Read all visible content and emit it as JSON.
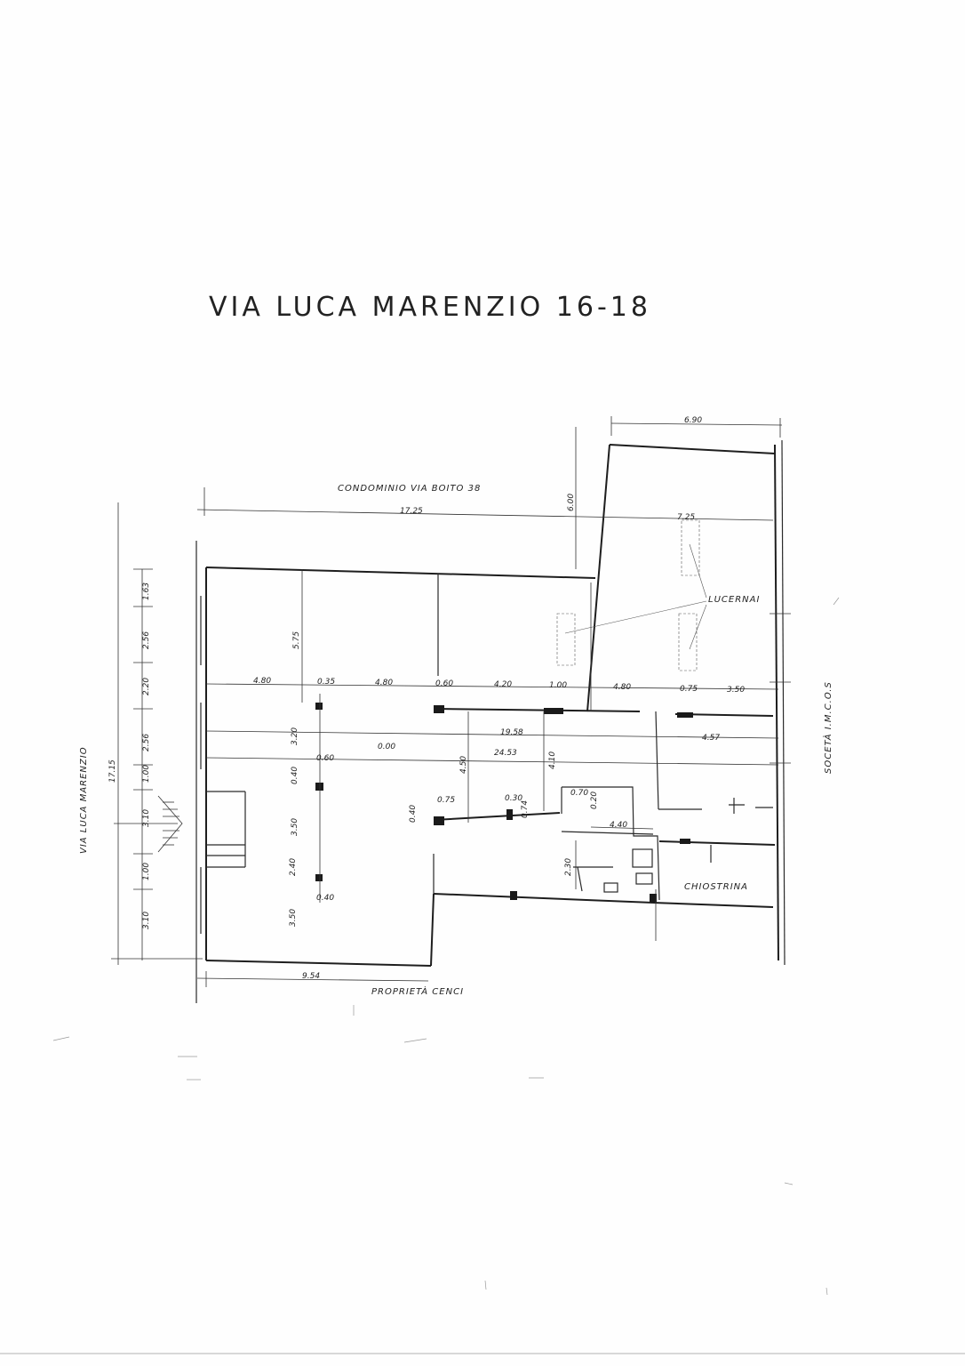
{
  "title": "VIA LUCA MARENZIO   16-18",
  "labels": {
    "north_neighbor": "CONDOMINIO  VIA BOITO 38",
    "skylights": "LUCERNAI",
    "courtyard": "CHIOSTRINA",
    "south_neighbor": "PROPRIETÀ  CENCI",
    "east_neighbor": "SOCETÀ  I.M.C.O.S",
    "west_street": "VIA  LUCA  MARENZIO"
  },
  "dimensions": {
    "top_annex": "6.90",
    "overall_north": "17.25",
    "annex_depth": "6.00",
    "skylight_span": "7.25",
    "front_depth": "5.75",
    "row_480_a": "4.80",
    "row_035": "0.35",
    "row_480_b": "4.80",
    "row_060": "0.60",
    "row_420": "4.20",
    "row_100": "1.00",
    "row_480_c": "4.80",
    "row_075": "0.75",
    "row_350": "3.50",
    "span_1958": "19.58",
    "span_457": "4.57",
    "span_2453": "24.53",
    "level_000": "0.00",
    "v_320": "3.20",
    "v_060": "0.60",
    "v_040_a": "0.40",
    "v_350_a": "3.50",
    "v_240": "2.40",
    "v_350_b": "3.50",
    "v_040_b": "0.40",
    "v_450": "4.50",
    "v_410": "4.10",
    "d_075": "0.75",
    "d_030": "0.30",
    "d_074": "0.74",
    "d_070": "0.70",
    "d_020": "0.20",
    "d_440": "4.40",
    "d_230": "2.30",
    "d_040": "0.40",
    "bottom_954": "9.54",
    "left_163": "1.63",
    "left_256_a": "2.56",
    "left_220": "2.20",
    "left_256_b": "2.56",
    "left_100_a": "1.00",
    "left_310_a": "3.10",
    "left_100_b": "1.00",
    "left_310_b": "3.10",
    "left_1715": "17.15"
  }
}
